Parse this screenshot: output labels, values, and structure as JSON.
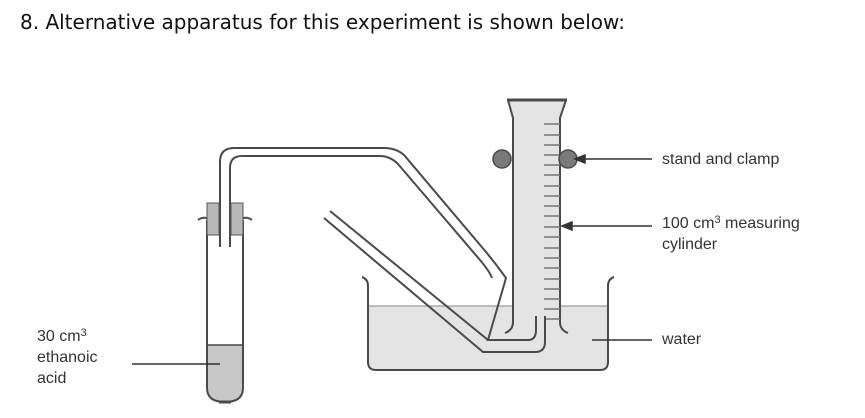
{
  "question": {
    "number": "8.",
    "text": "8. Alternative apparatus for this experiment is shown below:"
  },
  "diagram": {
    "labels": {
      "stand_and_clamp": "stand and clamp",
      "measuring_cylinder_prefix": "100 cm",
      "measuring_cylinder_sup": "3",
      "measuring_cylinder_suffix": " measuring",
      "measuring_cylinder_line2": "cylinder",
      "water": "water",
      "acid_prefix": "30 cm",
      "acid_sup": "3",
      "acid_line2": "ethanoic",
      "acid_line3": "acid"
    },
    "colors": {
      "outline": "#4a4a4a",
      "liquid_fill": "#e4e4e4",
      "acid_fill": "#c8c8c8",
      "stopper_fill": "#b8b8b8",
      "clamp_fill": "#7a7a7a"
    }
  }
}
